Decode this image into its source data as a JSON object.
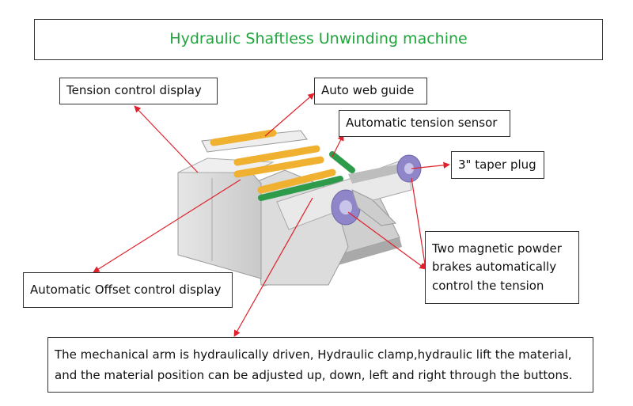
{
  "title": "Hydraulic Shaftless  Unwinding machine",
  "labels": {
    "tension_control_display": "Tension control display",
    "auto_web_guide": "Auto web guide",
    "automatic_tension_sensor": "Automatic tension sensor",
    "taper_plug": "3\" taper plug",
    "powder_brakes": [
      "Two magnetic powder",
      "brakes automatically",
      "control the tension"
    ],
    "offset_control_display": "Automatic Offset control display"
  },
  "description": [
    "The mechanical arm is hydraulically driven,  Hydraulic clamp,hydraulic lift the material,",
    "and the material position can be adjusted up, down, left and right through the buttons."
  ],
  "colors": {
    "title": "#1fa53c",
    "arrow": "#e0202a",
    "roller_yellow": "#f0b030",
    "roller_green": "#2e9b4a",
    "brake_purple": "#8e86c8"
  }
}
